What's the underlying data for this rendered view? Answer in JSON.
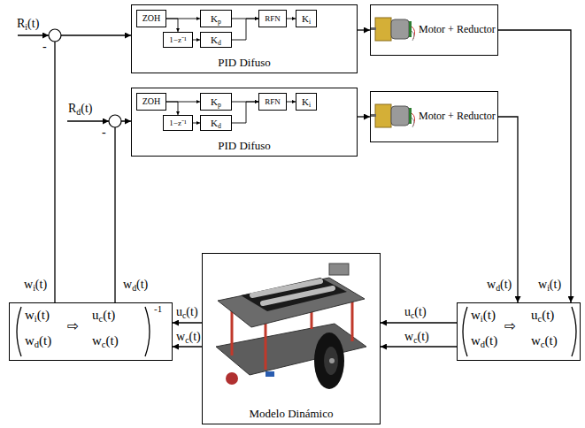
{
  "diagram": {
    "nodes": [
      {
        "text": [
          "PID Difuso"
        ]
      },
      {
        "text": [
          "ZOH"
        ],
        "in": 0
      },
      {
        "text": [
          "Kp"
        ],
        "in": 0
      },
      {
        "text": [
          "1−z⁻¹"
        ],
        "in": 0
      },
      {
        "text": [
          "Kd"
        ],
        "in": 0
      },
      {
        "text": [
          "RFN"
        ],
        "in": 0
      },
      {
        "text": [
          "Ki"
        ],
        "in": 0
      },
      {
        "text": [
          "Motor + Reductor"
        ]
      },
      {
        "text": [
          "PID Difuso"
        ]
      },
      {
        "text": [
          "ZOH"
        ],
        "in": 8
      },
      {
        "text": [
          "Kp"
        ],
        "in": 8
      },
      {
        "text": [
          "1−z⁻¹"
        ],
        "in": 8
      },
      {
        "text": [
          "Kd"
        ],
        "in": 8
      },
      {
        "text": [
          "RFN"
        ],
        "in": 8
      },
      {
        "text": [
          "Ki"
        ],
        "in": 8
      },
      {
        "text": [
          "Motor + Reductor"
        ]
      },
      {
        "text": [
          "Modelo Dinámico"
        ]
      },
      {
        "text": [
          "wi(t)",
          "wd(t)",
          "⇨",
          "uc(t)",
          "wc(t)",
          "-1"
        ]
      },
      {
        "text": [
          "wi(t)",
          "wd(t)",
          "⇨",
          "uc(t)",
          "wc(t)"
        ]
      }
    ],
    "edges": [
      {
        "from": 1,
        "to": 2,
        "arrow": "to"
      },
      {
        "from": 1,
        "to": 3,
        "arrow": "to"
      },
      {
        "from": 3,
        "to": 4,
        "arrow": "to"
      },
      {
        "from": 2,
        "to": 5,
        "arrow": "to"
      },
      {
        "from": 4,
        "to": 5,
        "arrow": "to"
      },
      {
        "from": 5,
        "to": 6,
        "arrow": "to"
      },
      {
        "from": 9,
        "to": 10,
        "arrow": "to"
      },
      {
        "from": 9,
        "to": 11,
        "arrow": "to"
      },
      {
        "from": 11,
        "to": 12,
        "arrow": "to"
      },
      {
        "from": 10,
        "to": 13,
        "arrow": "to"
      },
      {
        "from": 12,
        "to": 13,
        "arrow": "to"
      },
      {
        "from": 13,
        "to": 14,
        "arrow": "to"
      },
      {
        "from": 0,
        "to": 7,
        "arrow": "to"
      },
      {
        "from": 8,
        "to": 15,
        "arrow": "to"
      },
      {
        "from": 7,
        "to": 18,
        "label": "wi(t)",
        "arrow": "to"
      },
      {
        "from": 15,
        "to": 18,
        "label": "wd(t)",
        "arrow": "to"
      },
      {
        "from": 18,
        "to": 16,
        "label": "uc(t)",
        "arrow": "to"
      },
      {
        "from": 18,
        "to": 16,
        "label": "wc(t)",
        "arrow": "to"
      },
      {
        "from": 16,
        "to": 17,
        "label": "uc(t)",
        "arrow": "to"
      },
      {
        "from": 16,
        "to": 17,
        "label": "wc(t)",
        "arrow": "to"
      },
      {
        "from": 17,
        "to": 0,
        "label": "wi(t)",
        "arrow": "to"
      },
      {
        "from": 17,
        "to": 8,
        "label": "wd(t)",
        "arrow": "to"
      }
    ],
    "labels": [
      "Ri(t)",
      "-",
      "Rd(t)",
      "-"
    ]
  }
}
